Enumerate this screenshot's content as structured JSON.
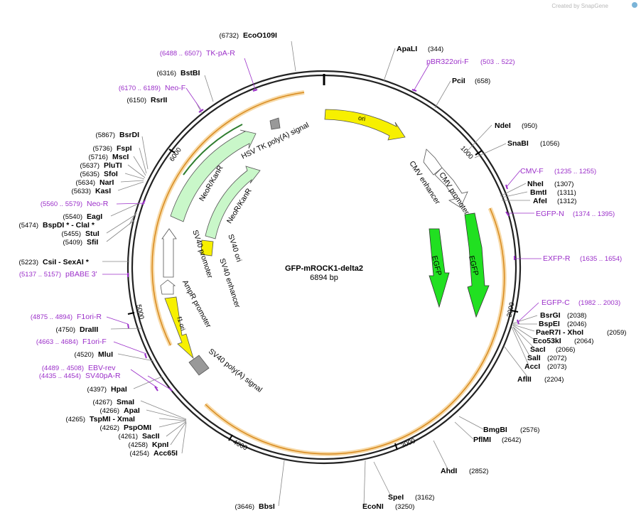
{
  "credit": "Created by SnapGene",
  "plasmid": {
    "name": "GFP-mROCK1-delta2",
    "length": "6894 bp"
  },
  "ruler": [
    "1000",
    "2000",
    "3000",
    "4000",
    "5000",
    "6000"
  ],
  "enzymes": [
    {
      "name": "EcoO109I",
      "pos": "(6732)"
    },
    {
      "name": "BstBI",
      "pos": "(6316)"
    },
    {
      "name": "RsrII",
      "pos": "(6150)"
    },
    {
      "name": "BsrDI",
      "pos": "(5867)"
    },
    {
      "name": "FspI",
      "pos": "(5736)"
    },
    {
      "name": "MscI",
      "pos": "(5716)"
    },
    {
      "name": "PluTI",
      "pos": "(5637)"
    },
    {
      "name": "SfoI",
      "pos": "(5635)"
    },
    {
      "name": "NarI",
      "pos": "(5634)"
    },
    {
      "name": "KasI",
      "pos": "(5633)"
    },
    {
      "name": "EagI",
      "pos": "(5540)"
    },
    {
      "name": "BspDI * - ClaI *",
      "pos": "(5474)"
    },
    {
      "name": "StuI",
      "pos": "(5455)"
    },
    {
      "name": "SfiI",
      "pos": "(5409)"
    },
    {
      "name": "CsiI - SexAI *",
      "pos": "(5223)"
    },
    {
      "name": "DraIII",
      "pos": "(4750)"
    },
    {
      "name": "MluI",
      "pos": "(4520)"
    },
    {
      "name": "HpaI",
      "pos": "(4397)"
    },
    {
      "name": "SmaI",
      "pos": "(4267)"
    },
    {
      "name": "ApaI",
      "pos": "(4266)"
    },
    {
      "name": "TspMI - XmaI",
      "pos": "(4265)"
    },
    {
      "name": "PspOMI",
      "pos": "(4262)"
    },
    {
      "name": "SacII",
      "pos": "(4261)"
    },
    {
      "name": "KpnI",
      "pos": "(4258)"
    },
    {
      "name": "Acc65I",
      "pos": "(4254)"
    },
    {
      "name": "BbsI",
      "pos": "(3646)"
    },
    {
      "name": "EcoNI",
      "pos": "(3250)"
    },
    {
      "name": "SpeI",
      "pos": "(3162)"
    },
    {
      "name": "AhdI",
      "pos": "(2852)"
    },
    {
      "name": "PflMI",
      "pos": "(2642)"
    },
    {
      "name": "BmgBI",
      "pos": "(2576)"
    },
    {
      "name": "AflII",
      "pos": "(2204)"
    },
    {
      "name": "AccI",
      "pos": "(2073)"
    },
    {
      "name": "SalI",
      "pos": "(2072)"
    },
    {
      "name": "SacI",
      "pos": "(2066)"
    },
    {
      "name": "Eco53kI",
      "pos": "(2064)"
    },
    {
      "name": "PaeR7I - XhoI",
      "pos": "(2059)"
    },
    {
      "name": "BspEI",
      "pos": "(2046)"
    },
    {
      "name": "BsrGI",
      "pos": "(2038)"
    },
    {
      "name": "AfeI",
      "pos": "(1312)"
    },
    {
      "name": "BmtI",
      "pos": "(1311)"
    },
    {
      "name": "NheI",
      "pos": "(1307)"
    },
    {
      "name": "SnaBI",
      "pos": "(1056)"
    },
    {
      "name": "NdeI",
      "pos": "(950)"
    },
    {
      "name": "PciI",
      "pos": "(658)"
    },
    {
      "name": "ApaLI",
      "pos": "(344)"
    }
  ],
  "primers": [
    {
      "name": "TK-pA-R",
      "range": "(6488 .. 6507)"
    },
    {
      "name": "Neo-F",
      "range": "(6170 .. 6189)"
    },
    {
      "name": "Neo-R",
      "range": "(5560 .. 5579)"
    },
    {
      "name": "pBABE 3'",
      "range": "(5137 .. 5157)"
    },
    {
      "name": "F1ori-R",
      "range": "(4875 .. 4894)"
    },
    {
      "name": "F1ori-F",
      "range": "(4663 .. 4684)"
    },
    {
      "name": "EBV-rev",
      "range": "(4489 .. 4508)"
    },
    {
      "name": "SV40pA-R",
      "range": "(4435 .. 4454)"
    },
    {
      "name": "pBR322ori-F",
      "range": "(503 .. 522)"
    },
    {
      "name": "CMV-F",
      "range": "(1235 .. 1255)"
    },
    {
      "name": "EGFP-N",
      "range": "(1374 .. 1395)"
    },
    {
      "name": "EXFP-R",
      "range": "(1635 .. 1654)"
    },
    {
      "name": "EGFP-C",
      "range": "(1982 .. 2003)"
    }
  ],
  "features": {
    "ori": "ori",
    "cmv_enhancer": "CMV enhancer",
    "cmv_promoter": "CMV promoter",
    "egfp_inner": "EGFP",
    "egfp_outer": "EGFP",
    "hsv_tk": "HSV TK poly(A) signal",
    "neokan_outer": "NeoR/KanR",
    "neokan_inner": "NeoR/KanR",
    "sv40_promoter": "SV40 promoter",
    "sv40_ori": "SV40 ori",
    "sv40_enhancer": "SV40 enhancer",
    "ampr_promoter": "AmpR promoter",
    "f1_ori": "f1 ori",
    "sv40_polya": "SV40 poly(A) signal"
  }
}
